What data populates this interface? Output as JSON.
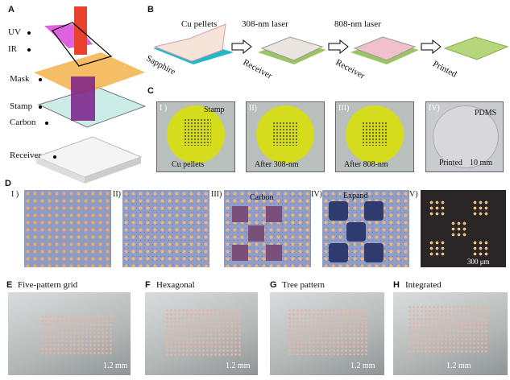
{
  "panels": {
    "A": {
      "label": "A",
      "uv": "UV",
      "ir": "IR",
      "mask": "Mask",
      "stamp": "Stamp",
      "carbon": "Carbon",
      "receiver": "Receiver"
    },
    "B": {
      "label": "B",
      "cu_pellets": "Cu pellets",
      "sapphire": "Sapphire",
      "laser308": "308-nm laser",
      "receiver1": "Receiver",
      "laser808": "808-nm laser",
      "receiver2": "Receiver",
      "printed": "Printed"
    },
    "C": {
      "label": "C",
      "items": [
        {
          "num": "I )",
          "a": "Stamp",
          "b": "Cu pellets"
        },
        {
          "num": "II)",
          "a": "",
          "b": "After 308-nm"
        },
        {
          "num": "III)",
          "a": "",
          "b": "After 808-nm"
        },
        {
          "num": "IV)",
          "a": "PDMS",
          "b": "Printed",
          "scale": "10 mm"
        }
      ]
    },
    "D": {
      "label": "D",
      "items": [
        {
          "num": "I )"
        },
        {
          "num": "II)"
        },
        {
          "num": "III)",
          "note": "Carbon"
        },
        {
          "num": "IV)",
          "note": "Expand"
        },
        {
          "num": "V)",
          "scale": "300 μm"
        }
      ]
    },
    "E": {
      "label": "E",
      "title": "Five-pattern grid",
      "scale": "1.2 mm"
    },
    "F": {
      "label": "F",
      "title": "Hexagonal",
      "scale": "1.2 mm"
    },
    "G": {
      "label": "G",
      "title": "Tree pattern",
      "scale": "1.2 mm"
    },
    "H": {
      "label": "H",
      "title": "Integrated",
      "scale": "1.2 mm"
    }
  },
  "colors": {
    "stamp_yellow": "#d4dc1c",
    "sapphire": "#22b8c8",
    "laser": "#e8412c",
    "uv": "#d63ad6",
    "mask": "#f3b24a"
  }
}
